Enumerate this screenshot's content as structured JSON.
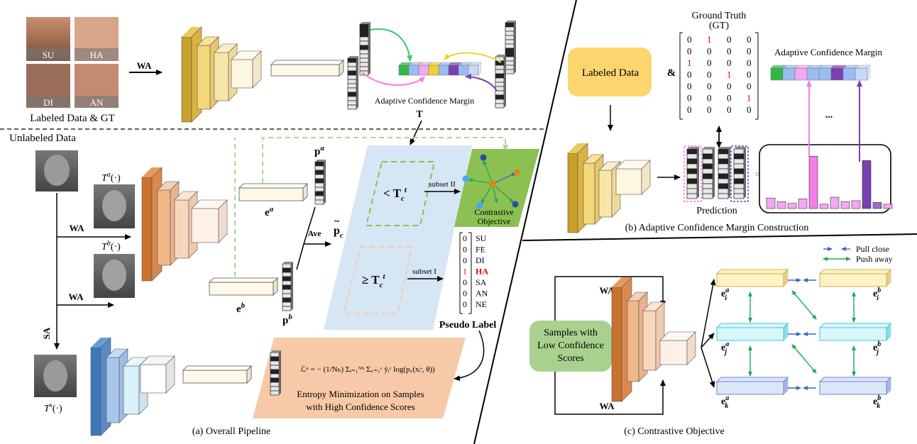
{
  "panel_a": {
    "caption": "(a) Overall Pipeline",
    "faces": [
      "SU",
      "HA",
      "DI",
      "AN"
    ],
    "labeled_caption": "Labeled Data & GT",
    "unlabeled_caption": "Unlabeled Data",
    "wa": "WA",
    "sa": "SA",
    "acm_label": "Adaptive Confidence Margin",
    "threshold_T": "T",
    "Ta": "T",
    "Ta_sup": "a",
    "Tb": "T",
    "Tb_sup": "b",
    "Ts": "T",
    "Ts_sup": "s",
    "arg": "(·)",
    "pa": "p",
    "pa_sup": "a",
    "pb": "p",
    "pb_sup": "b",
    "ea": "e",
    "ea_sup": "a",
    "eb": "e",
    "eb_sup": "b",
    "ave": "Ave",
    "pc": "p",
    "pc_sub": "c",
    "pc_tilde": "~",
    "lt_cond": "< T",
    "ge_cond": "≥ T",
    "tc_sub": "c",
    "tc_sup": "t",
    "subset_2": "subset II",
    "subset_1": "subset I",
    "contrastive": [
      "Contrastive",
      "Objective"
    ],
    "pseudo_label_title": "Pseudo Label",
    "pseudo_values": [
      "0",
      "0",
      "0",
      "1",
      "0",
      "0",
      "0"
    ],
    "pseudo_classes": [
      "SU",
      "FE",
      "DI",
      "HA",
      "SA",
      "AN",
      "NE"
    ],
    "loss_formula": "ℒᵘ = − (1/Nₕ) Σᵢ₌₁ᴺʰ Σ꜀₌₁ᶜ ŷᵢᶜ log(p꜀(xᵢˢ, θ))",
    "entropy_text": [
      "Entropy Minimization on Samples",
      "with High Confidence Scores"
    ]
  },
  "panel_b": {
    "caption": "(b) Adaptive Confidence Margin Construction",
    "labeled_data": "Labeled Data",
    "amp": "&",
    "gt_title": [
      "Ground Truth",
      "(GT)"
    ],
    "gt_matrix": [
      [
        "0",
        "1",
        "0",
        "0"
      ],
      [
        "0",
        "0",
        "0",
        "0"
      ],
      [
        "1",
        "0",
        "0",
        "0"
      ],
      [
        "0",
        "0",
        "1",
        "0"
      ],
      [
        "0",
        "0",
        "0",
        "0"
      ],
      [
        "0",
        "0",
        "0",
        "1"
      ],
      [
        "0",
        "0",
        "0",
        "0"
      ]
    ],
    "prediction": "Prediction",
    "equals": "=",
    "acm_label": "Adaptive Confidence Margin",
    "ellipsis": "...",
    "histogram_values": [
      0.12,
      0.08,
      0.06,
      0.11,
      0.6,
      0.05,
      0.13,
      0.08,
      0.09,
      0.55,
      0.07,
      0.05
    ]
  },
  "panel_c": {
    "caption": "(c) Contrastive Objective",
    "samples_box": [
      "Samples with",
      "Low Confidence",
      "Scores"
    ],
    "wa": "WA",
    "pull_close": "Pull close",
    "push_away": "Push away",
    "e": "e",
    "subs": [
      "i",
      "j",
      "k"
    ],
    "sup_a": "a",
    "sup_b": "b"
  },
  "colors": {
    "gold": "#e0b53a",
    "orange_net": "#c9722e",
    "blue_net": "#3f78b8",
    "yellow_box": "#fcd56e",
    "green_box": "#a9d18e",
    "green_contrast": "#8cc152",
    "peach_box": "#f8c9a8",
    "lightblue_panel": "#d6e6f5",
    "pink": "#f47de9",
    "purple": "#7a3fb0",
    "red": "#e00000",
    "arrow_green": "#2eb86b",
    "arrow_blue": "#3a66c4"
  }
}
